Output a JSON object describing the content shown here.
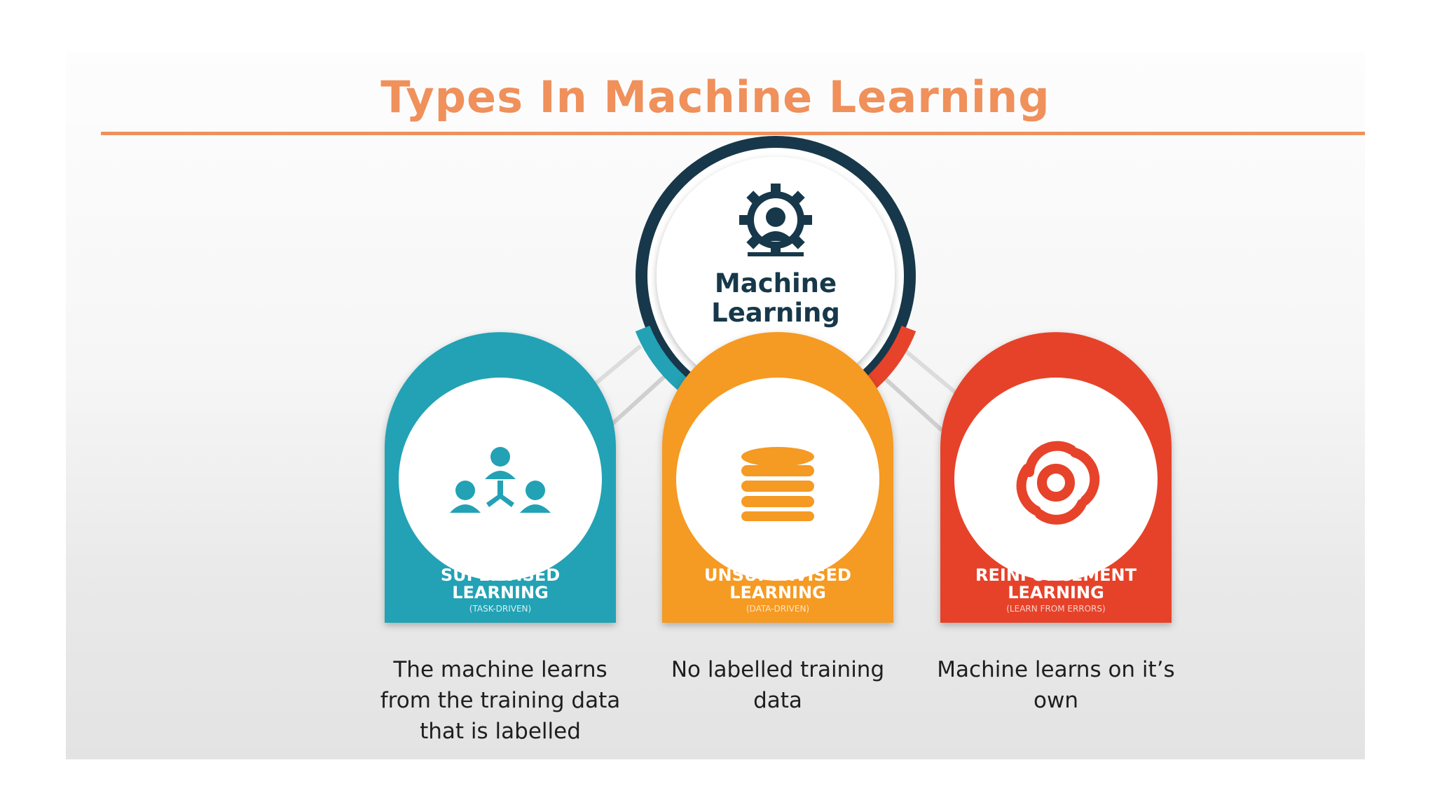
{
  "slide": {
    "title": "Types In Machine Learning",
    "accent_color": "#f0905b"
  },
  "center_node": {
    "line1": "Machine",
    "line2": "Learning",
    "icon": "gear-person-icon",
    "ring_color": "#17384a"
  },
  "types": [
    {
      "name_line1": "SUPERVISED",
      "name_line2": "LEARNING",
      "tagline": "(TASK-DRIVEN)",
      "icon": "people-network-icon",
      "color": "#22a2b4",
      "description": "The machine learns from the training data that is labelled"
    },
    {
      "name_line1": "UNSUPERVISED",
      "name_line2": "LEARNING",
      "tagline": "(DATA-DRIVEN)",
      "icon": "database-icon",
      "color": "#f59a23",
      "description": "No labelled training data"
    },
    {
      "name_line1": "REINFORCEMENT",
      "name_line2": "LEARNING",
      "tagline": "(LEARN FROM ERRORS)",
      "icon": "knot-icon",
      "color": "#e6432a",
      "description": "Machine learns on it’s own"
    }
  ]
}
